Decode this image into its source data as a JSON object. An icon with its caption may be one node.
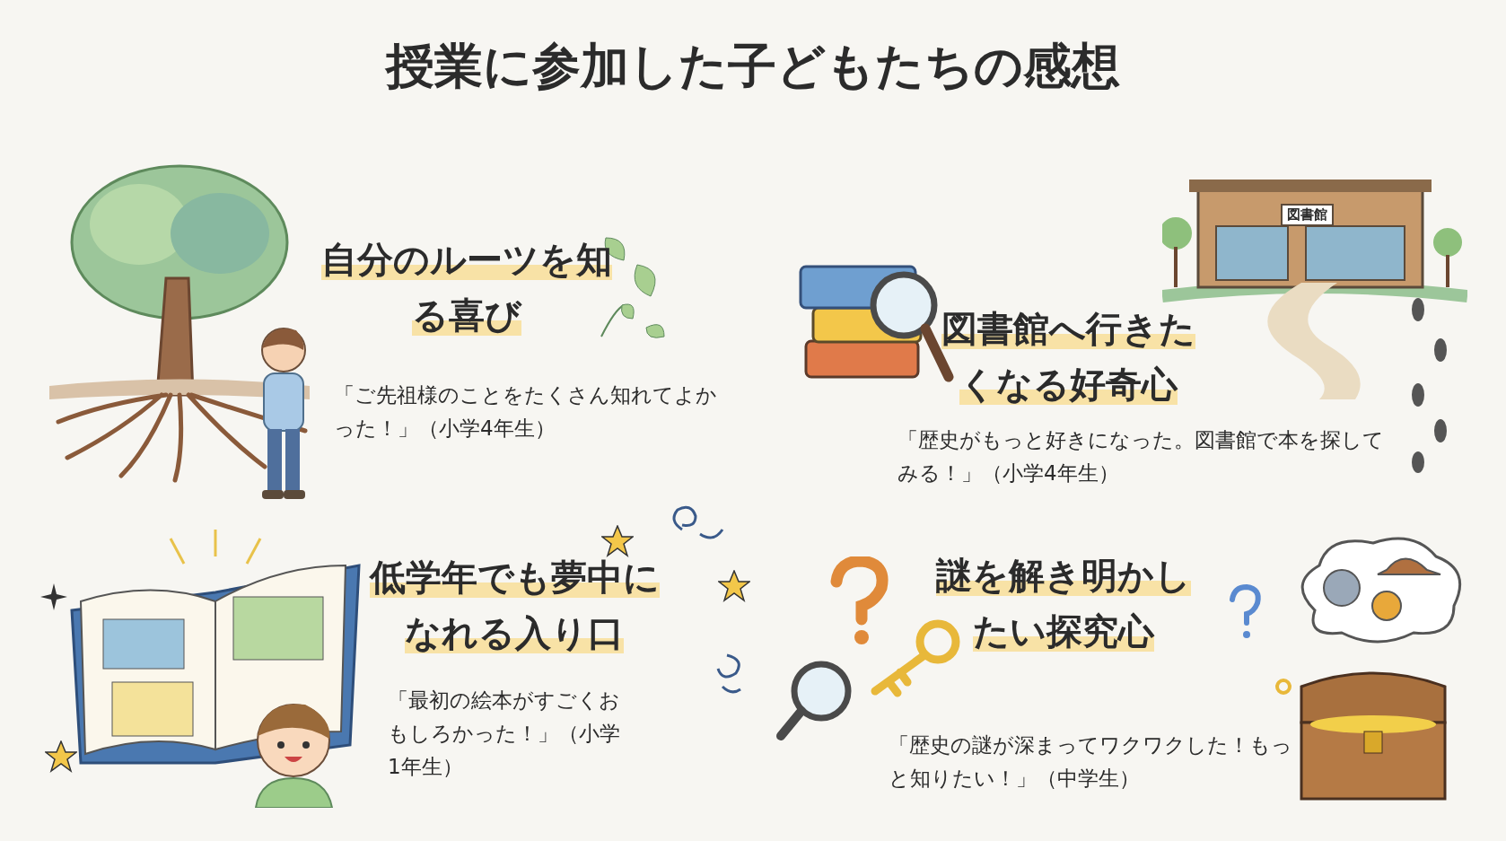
{
  "diagram": {
    "title": "授業に参加した子どもたちの感想",
    "labels": [
      "自分のルーツを知る喜び",
      "「ご先祖様のことをたくさん知れてよかった！」（小学4年生）",
      "図書館",
      "図書館へ行きたくなる好奇心",
      "「歴史がもっと好きになった。図書館で本を探してみる！」（小学4年生）",
      "低学年でも夢中になれる入り口",
      "「最初の絵本がすごくおもしろかった！」（小学1年生）",
      "謎を解き明かしたい探究心",
      "「歴史の謎が深まってワクワクした！もっと知りたい！」（中学生）"
    ]
  }
}
